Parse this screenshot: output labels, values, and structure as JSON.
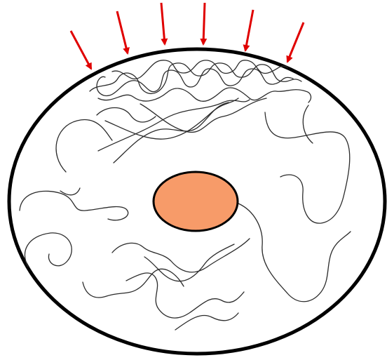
{
  "colors": {
    "background": "#ffffff",
    "cell_outline": "#000000",
    "nucleus_fill": "#f79b69",
    "nucleus_outline": "#000000",
    "filament": "#2b2b2b",
    "arrow": "#e00000"
  },
  "diagram": {
    "cell_membrane": "ellipse-outline",
    "nucleus": "oval",
    "arrows": {
      "count": 6,
      "direction": "inward-downward",
      "target": "top-of-membrane"
    },
    "filaments": {
      "dense_region": "top-cortex",
      "sparse_region": "interior"
    }
  }
}
